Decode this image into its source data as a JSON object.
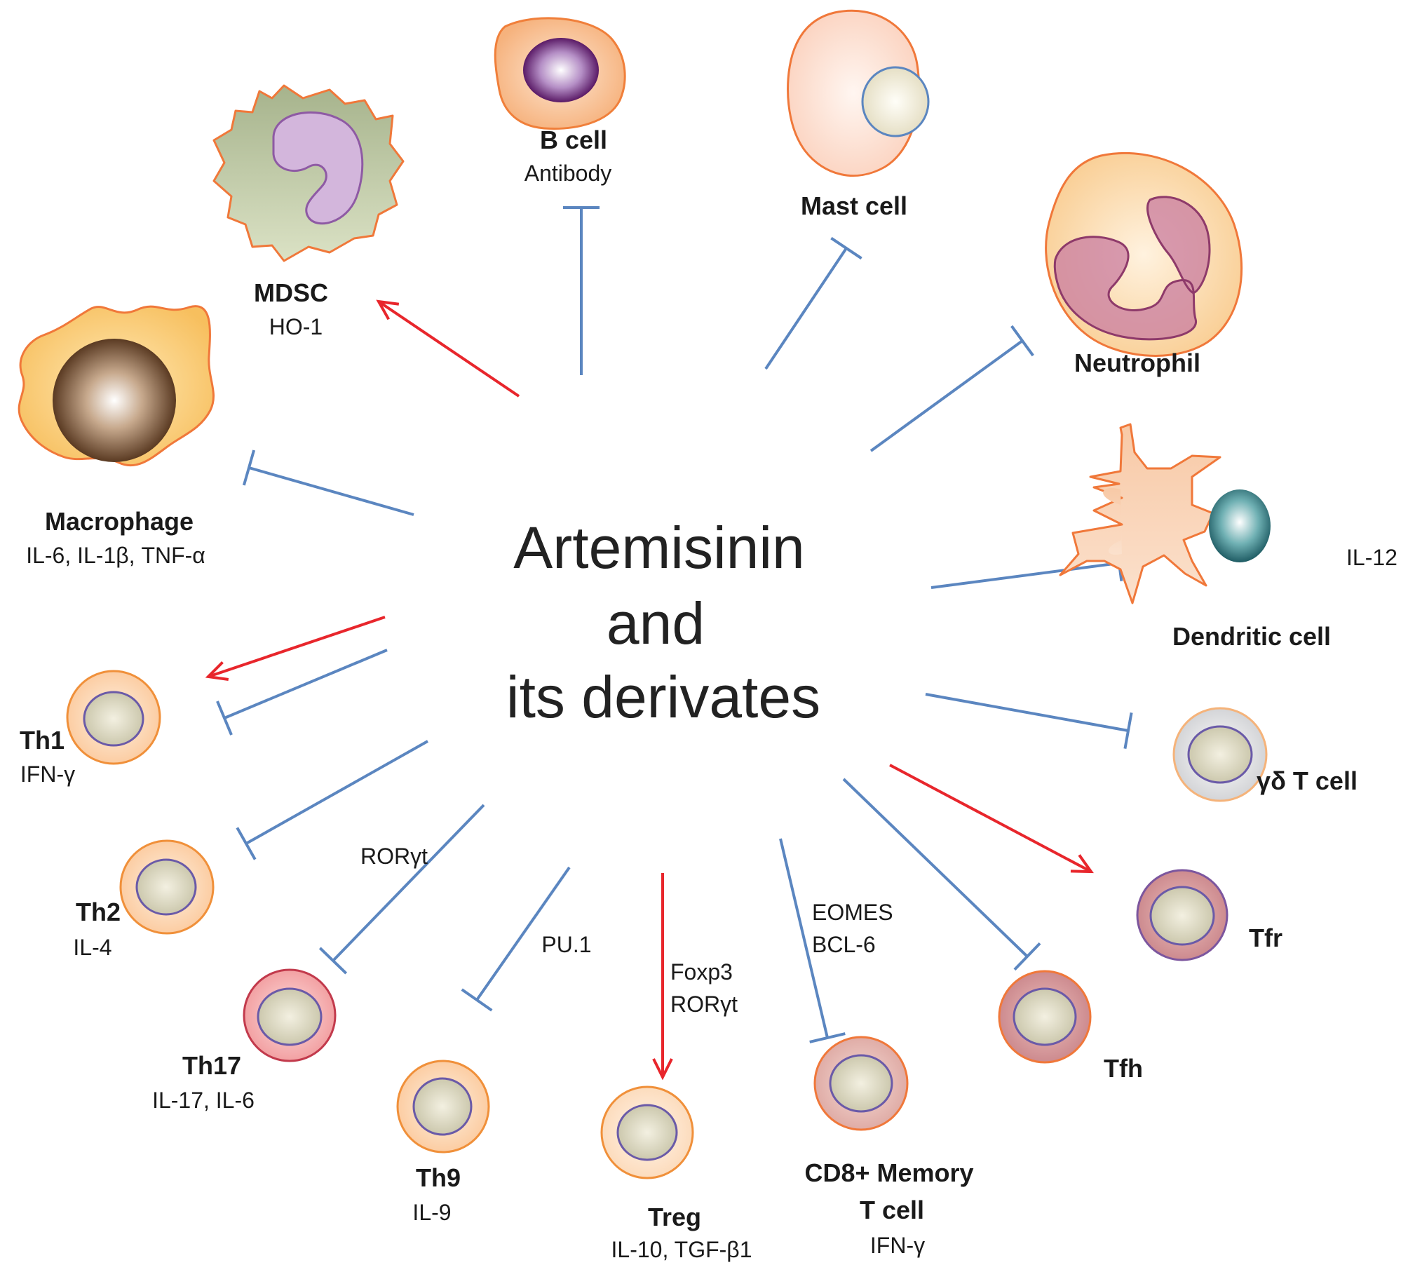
{
  "center": {
    "lines": [
      "Artemisinin",
      "and",
      "its derivates"
    ]
  },
  "cells": {
    "b_cell": {
      "name": "B cell",
      "subs": [
        "Antibody"
      ]
    },
    "mast_cell": {
      "name": "Mast cell",
      "subs": []
    },
    "mdsc": {
      "name": "MDSC",
      "subs": [
        "HO-1"
      ]
    },
    "neutrophil": {
      "name": "Neutrophil",
      "subs": []
    },
    "macrophage": {
      "name": "Macrophage",
      "subs": [
        "IL-6,  IL-1β,  TNF-α"
      ]
    },
    "dendritic": {
      "name": "Dendritic cell",
      "subs": [
        "IL-12"
      ]
    },
    "th1": {
      "name": "Th1",
      "subs": [
        "IFN-γ"
      ]
    },
    "gd_t": {
      "name": "γδ T cell",
      "subs": []
    },
    "th2": {
      "name": "Th2",
      "subs": [
        "IL-4"
      ]
    },
    "tfr": {
      "name": "Tfr",
      "subs": []
    },
    "th17": {
      "name": "Th17",
      "subs": [
        "IL-17,  IL-6"
      ]
    },
    "tfh": {
      "name": "Tfh",
      "subs": []
    },
    "th9": {
      "name": "Th9",
      "subs": [
        "IL-9"
      ]
    },
    "treg": {
      "name": "Treg",
      "subs": [
        "IL-10,  TGF-β1"
      ]
    },
    "cd8_memory": {
      "name_lines": [
        "CD8+ Memory",
        "T cell"
      ],
      "subs": [
        "IFN-γ"
      ]
    }
  },
  "edge_labels": {
    "th17": "RORγt",
    "th9": "PU.1",
    "treg": [
      "Foxp3",
      "RORγt"
    ],
    "cd8_memory": [
      "EOMES",
      "BCL-6"
    ]
  },
  "edges": [
    {
      "target": "mdsc",
      "effect": "promote",
      "color": "#e8262c"
    },
    {
      "target": "b_cell",
      "effect": "inhibit",
      "color": "#5b86c0"
    },
    {
      "target": "mast_cell",
      "effect": "inhibit",
      "color": "#5b86c0"
    },
    {
      "target": "neutrophil",
      "effect": "inhibit",
      "color": "#5b86c0"
    },
    {
      "target": "macrophage",
      "effect": "inhibit",
      "color": "#5b86c0"
    },
    {
      "target": "dendritic",
      "effect": "inhibit",
      "color": "#5b86c0"
    },
    {
      "target": "th1",
      "effect": "promote",
      "color": "#e8262c"
    },
    {
      "target": "th1",
      "effect": "inhibit",
      "color": "#5b86c0"
    },
    {
      "target": "gd_t",
      "effect": "inhibit",
      "color": "#5b86c0"
    },
    {
      "target": "th2",
      "effect": "inhibit",
      "color": "#5b86c0"
    },
    {
      "target": "tfr",
      "effect": "promote",
      "color": "#e8262c"
    },
    {
      "target": "th17",
      "effect": "inhibit",
      "color": "#5b86c0"
    },
    {
      "target": "tfh",
      "effect": "inhibit",
      "color": "#5b86c0"
    },
    {
      "target": "th9",
      "effect": "inhibit",
      "color": "#5b86c0"
    },
    {
      "target": "treg",
      "effect": "promote",
      "color": "#e8262c"
    },
    {
      "target": "cd8_memory",
      "effect": "inhibit",
      "color": "#5b86c0"
    }
  ]
}
